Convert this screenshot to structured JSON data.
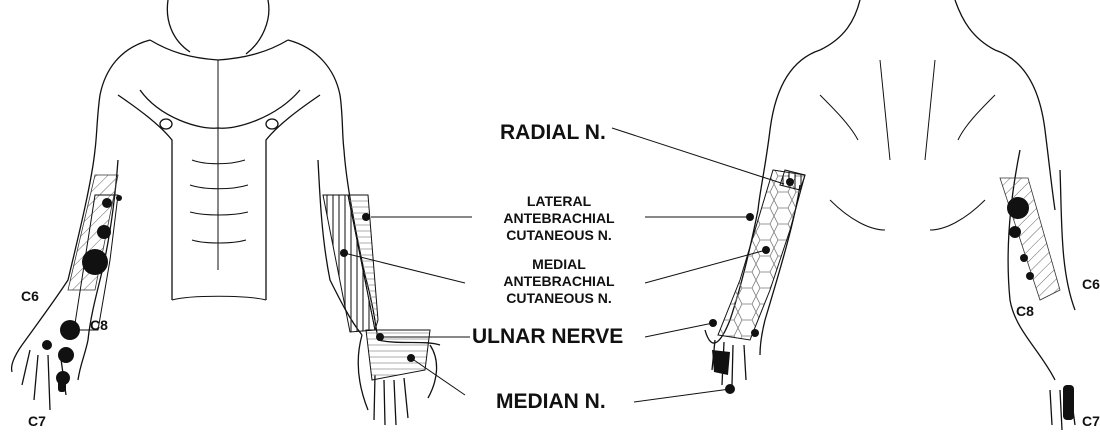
{
  "labels": {
    "radial": "RADIAL N.",
    "lateral_line1": "LATERAL",
    "lateral_line2": "ANTEBRACHIAL",
    "lateral_line3": "CUTANEOUS N.",
    "medial_line1": "MEDIAL",
    "medial_line2": "ANTEBRACHIAL",
    "medial_line3": "CUTANEOUS N.",
    "ulnar": "ULNAR NERVE",
    "median": "MEDIAN N."
  },
  "dermatomes_left": {
    "c6": "C6",
    "c7": "C7",
    "c8": "C8"
  },
  "dermatomes_right": {
    "c6": "C6",
    "c7": "C7",
    "c8": "C8"
  }
}
